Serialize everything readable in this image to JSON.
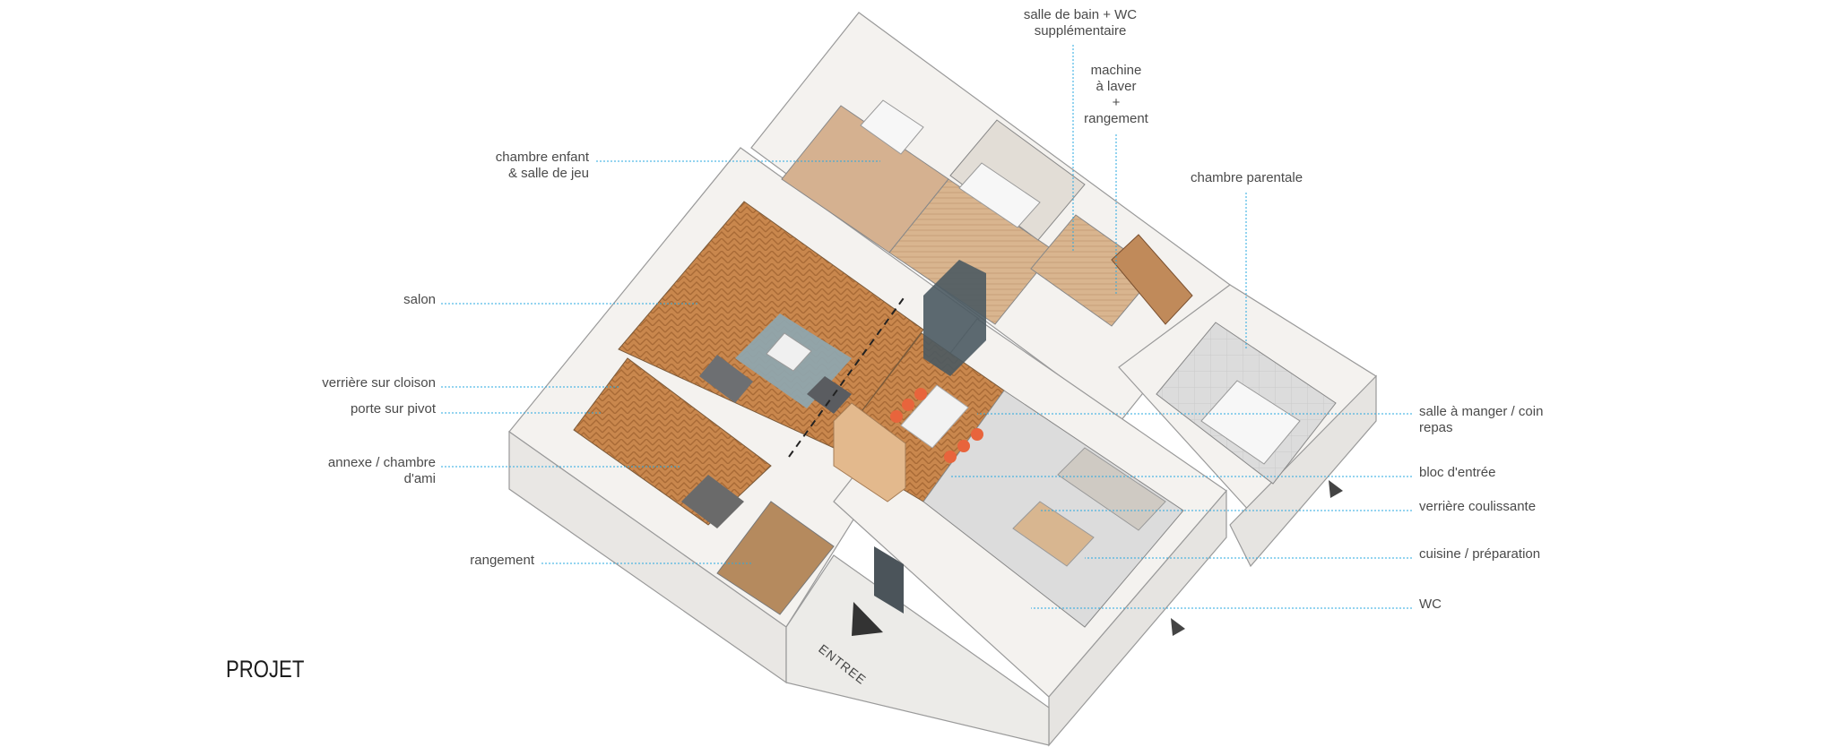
{
  "title": "PROJET",
  "entrance_label": "ENTREE",
  "accent_color": "#29a8e0",
  "labels": {
    "salle_bain": [
      "salle de bain + WC",
      "supplémentaire"
    ],
    "machine": [
      "machine",
      "à laver",
      "+",
      "rangement"
    ],
    "chambre_enfant": [
      "chambre enfant",
      "& salle de jeu"
    ],
    "chambre_parentale": [
      "chambre parentale"
    ],
    "salon": [
      "salon"
    ],
    "verriere_cloison": [
      "verrière sur cloison"
    ],
    "porte_pivot": [
      "porte sur pivot"
    ],
    "annexe": [
      "annexe / chambre",
      "d'ami"
    ],
    "rangement": [
      "rangement"
    ],
    "salle_manger": [
      "salle à manger / coin",
      "repas"
    ],
    "bloc_entree": [
      "bloc d'entrée"
    ],
    "verriere_coulissante": [
      "verrière coulissante"
    ],
    "cuisine": [
      "cuisine / préparation"
    ],
    "wc": [
      "WC"
    ]
  }
}
